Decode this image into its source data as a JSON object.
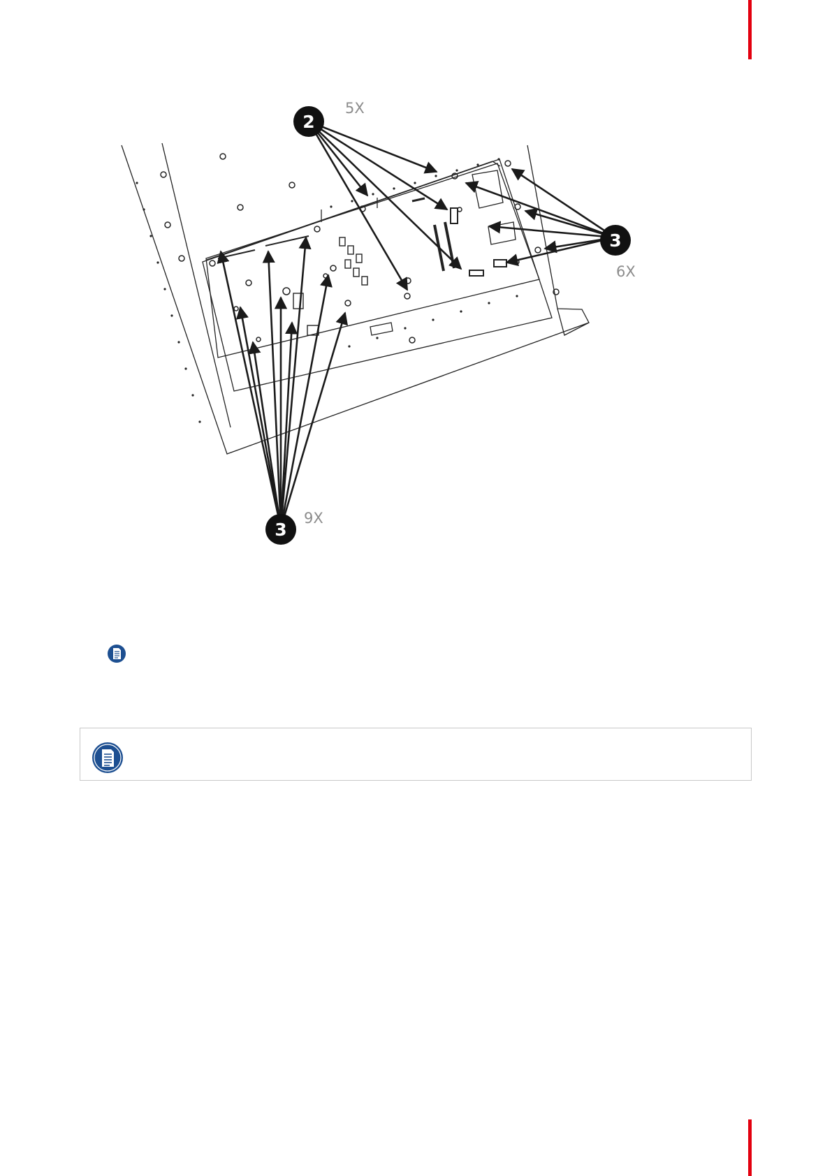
{
  "page": {
    "accent_color": "#e3000f"
  },
  "figure": {
    "callouts": [
      {
        "number": "2",
        "quantity": "5X"
      },
      {
        "number": "3",
        "quantity": "6X"
      },
      {
        "number": "3",
        "quantity": "9X"
      }
    ]
  },
  "notes": {
    "inline_note_icon": "note-icon",
    "boxed_note_icon": "note-icon",
    "icon_color": "#1d4f91",
    "boxed_note_text": ""
  }
}
